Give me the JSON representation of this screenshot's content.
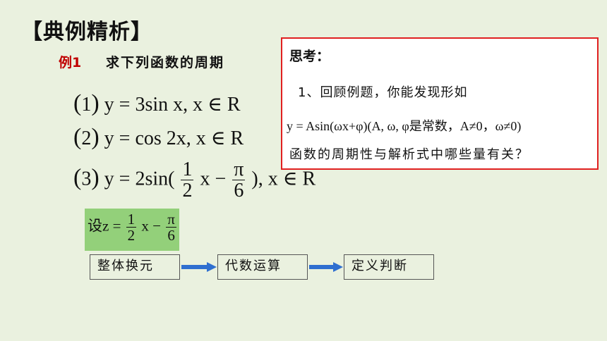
{
  "title": "【典例精析】",
  "example": {
    "label": "例1",
    "text": "求下列函数的周期"
  },
  "equations": [
    {
      "num": "1",
      "body": "y = 3sin x, x ∈ R"
    },
    {
      "num": "2",
      "body": "y = cos 2x, x ∈ R"
    },
    {
      "num": "3",
      "pre": "y = 2sin(",
      "f1_num": "1",
      "f1_den": "2",
      "mid": "x −",
      "f2_num": "π",
      "f2_den": "6",
      "post": "), x ∈ R"
    }
  ],
  "substitution": {
    "pre": "设z =",
    "f1_num": "1",
    "f1_den": "2",
    "mid": "x −",
    "f2_num": "π",
    "f2_den": "6"
  },
  "flow": [
    "整体换元",
    "代数运算",
    "定义判断"
  ],
  "think": {
    "heading": "思考：",
    "line1": "1、回顾例题，你能发现形如",
    "line2": "y = Asin(ωx+φ)(A, ω, φ是常数，A≠0，ω≠0)",
    "line3": "函数的周期性与解析式中哪些量有关？"
  },
  "colors": {
    "background": "#eaf1df",
    "accent": "#c00000",
    "arrow": "#2f6fd0",
    "highlight": "#93d07a",
    "border": "#e02020"
  }
}
